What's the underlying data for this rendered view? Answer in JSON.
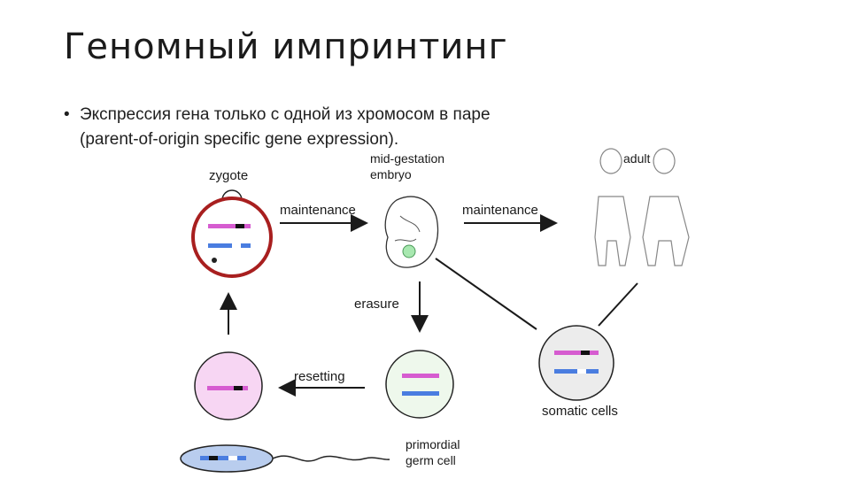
{
  "title": "Геномный импринтинг",
  "bullet": {
    "marker": "•",
    "line1": "Экспрессия гена только с одной из хромосом в паре",
    "line2": "(parent-of-origin specific gene expression)."
  },
  "diagram": {
    "zygote": "zygote",
    "mid_gestation_line1": "mid-gestation",
    "mid_gestation_line2": "embryo",
    "adult": "adult",
    "maintenance_1": "maintenance",
    "maintenance_2": "maintenance",
    "erasure": "erasure",
    "resetting": "resetting",
    "somatic_cells": "somatic cells",
    "pgc_line1": "primordial",
    "pgc_line2": "germ cell"
  },
  "colors": {
    "maternal_chromosome": "#d65cd0",
    "paternal_chromosome": "#4a7de0",
    "zygote_ring": "#a81f1f",
    "pgc_fill": "#eef8ec",
    "oocyte_fill": "#f7d6f3",
    "sperm_fill": "#b9cdee",
    "somatic_fill": "#ececec"
  }
}
